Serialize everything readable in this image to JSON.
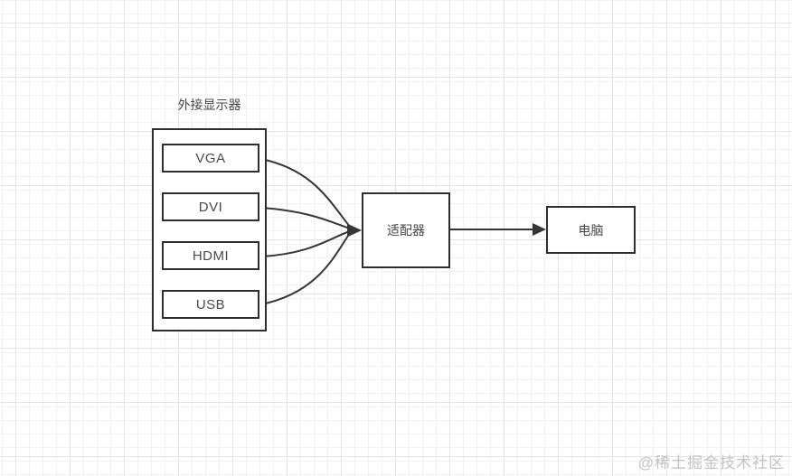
{
  "diagram": {
    "group_label": "外接显示器",
    "ports": [
      {
        "label": "VGA"
      },
      {
        "label": "DVI"
      },
      {
        "label": "HDMI"
      },
      {
        "label": "USB"
      }
    ],
    "adapter_label": "适配器",
    "computer_label": "电脑",
    "connections": [
      {
        "from": "VGA",
        "to": "适配器"
      },
      {
        "from": "DVI",
        "to": "适配器"
      },
      {
        "from": "HDMI",
        "to": "适配器"
      },
      {
        "from": "USB",
        "to": "适配器"
      },
      {
        "from": "适配器",
        "to": "电脑"
      }
    ]
  },
  "watermark": "@稀土掘金技术社区",
  "colors": {
    "background": "#ffffff",
    "grid_minor": "#f2f2f2",
    "grid_major": "#e4e4e4",
    "shape_stroke": "#2e2e2e",
    "connector_stroke": "#363636",
    "text": "#454545",
    "watermark": "#c3c3c3"
  }
}
